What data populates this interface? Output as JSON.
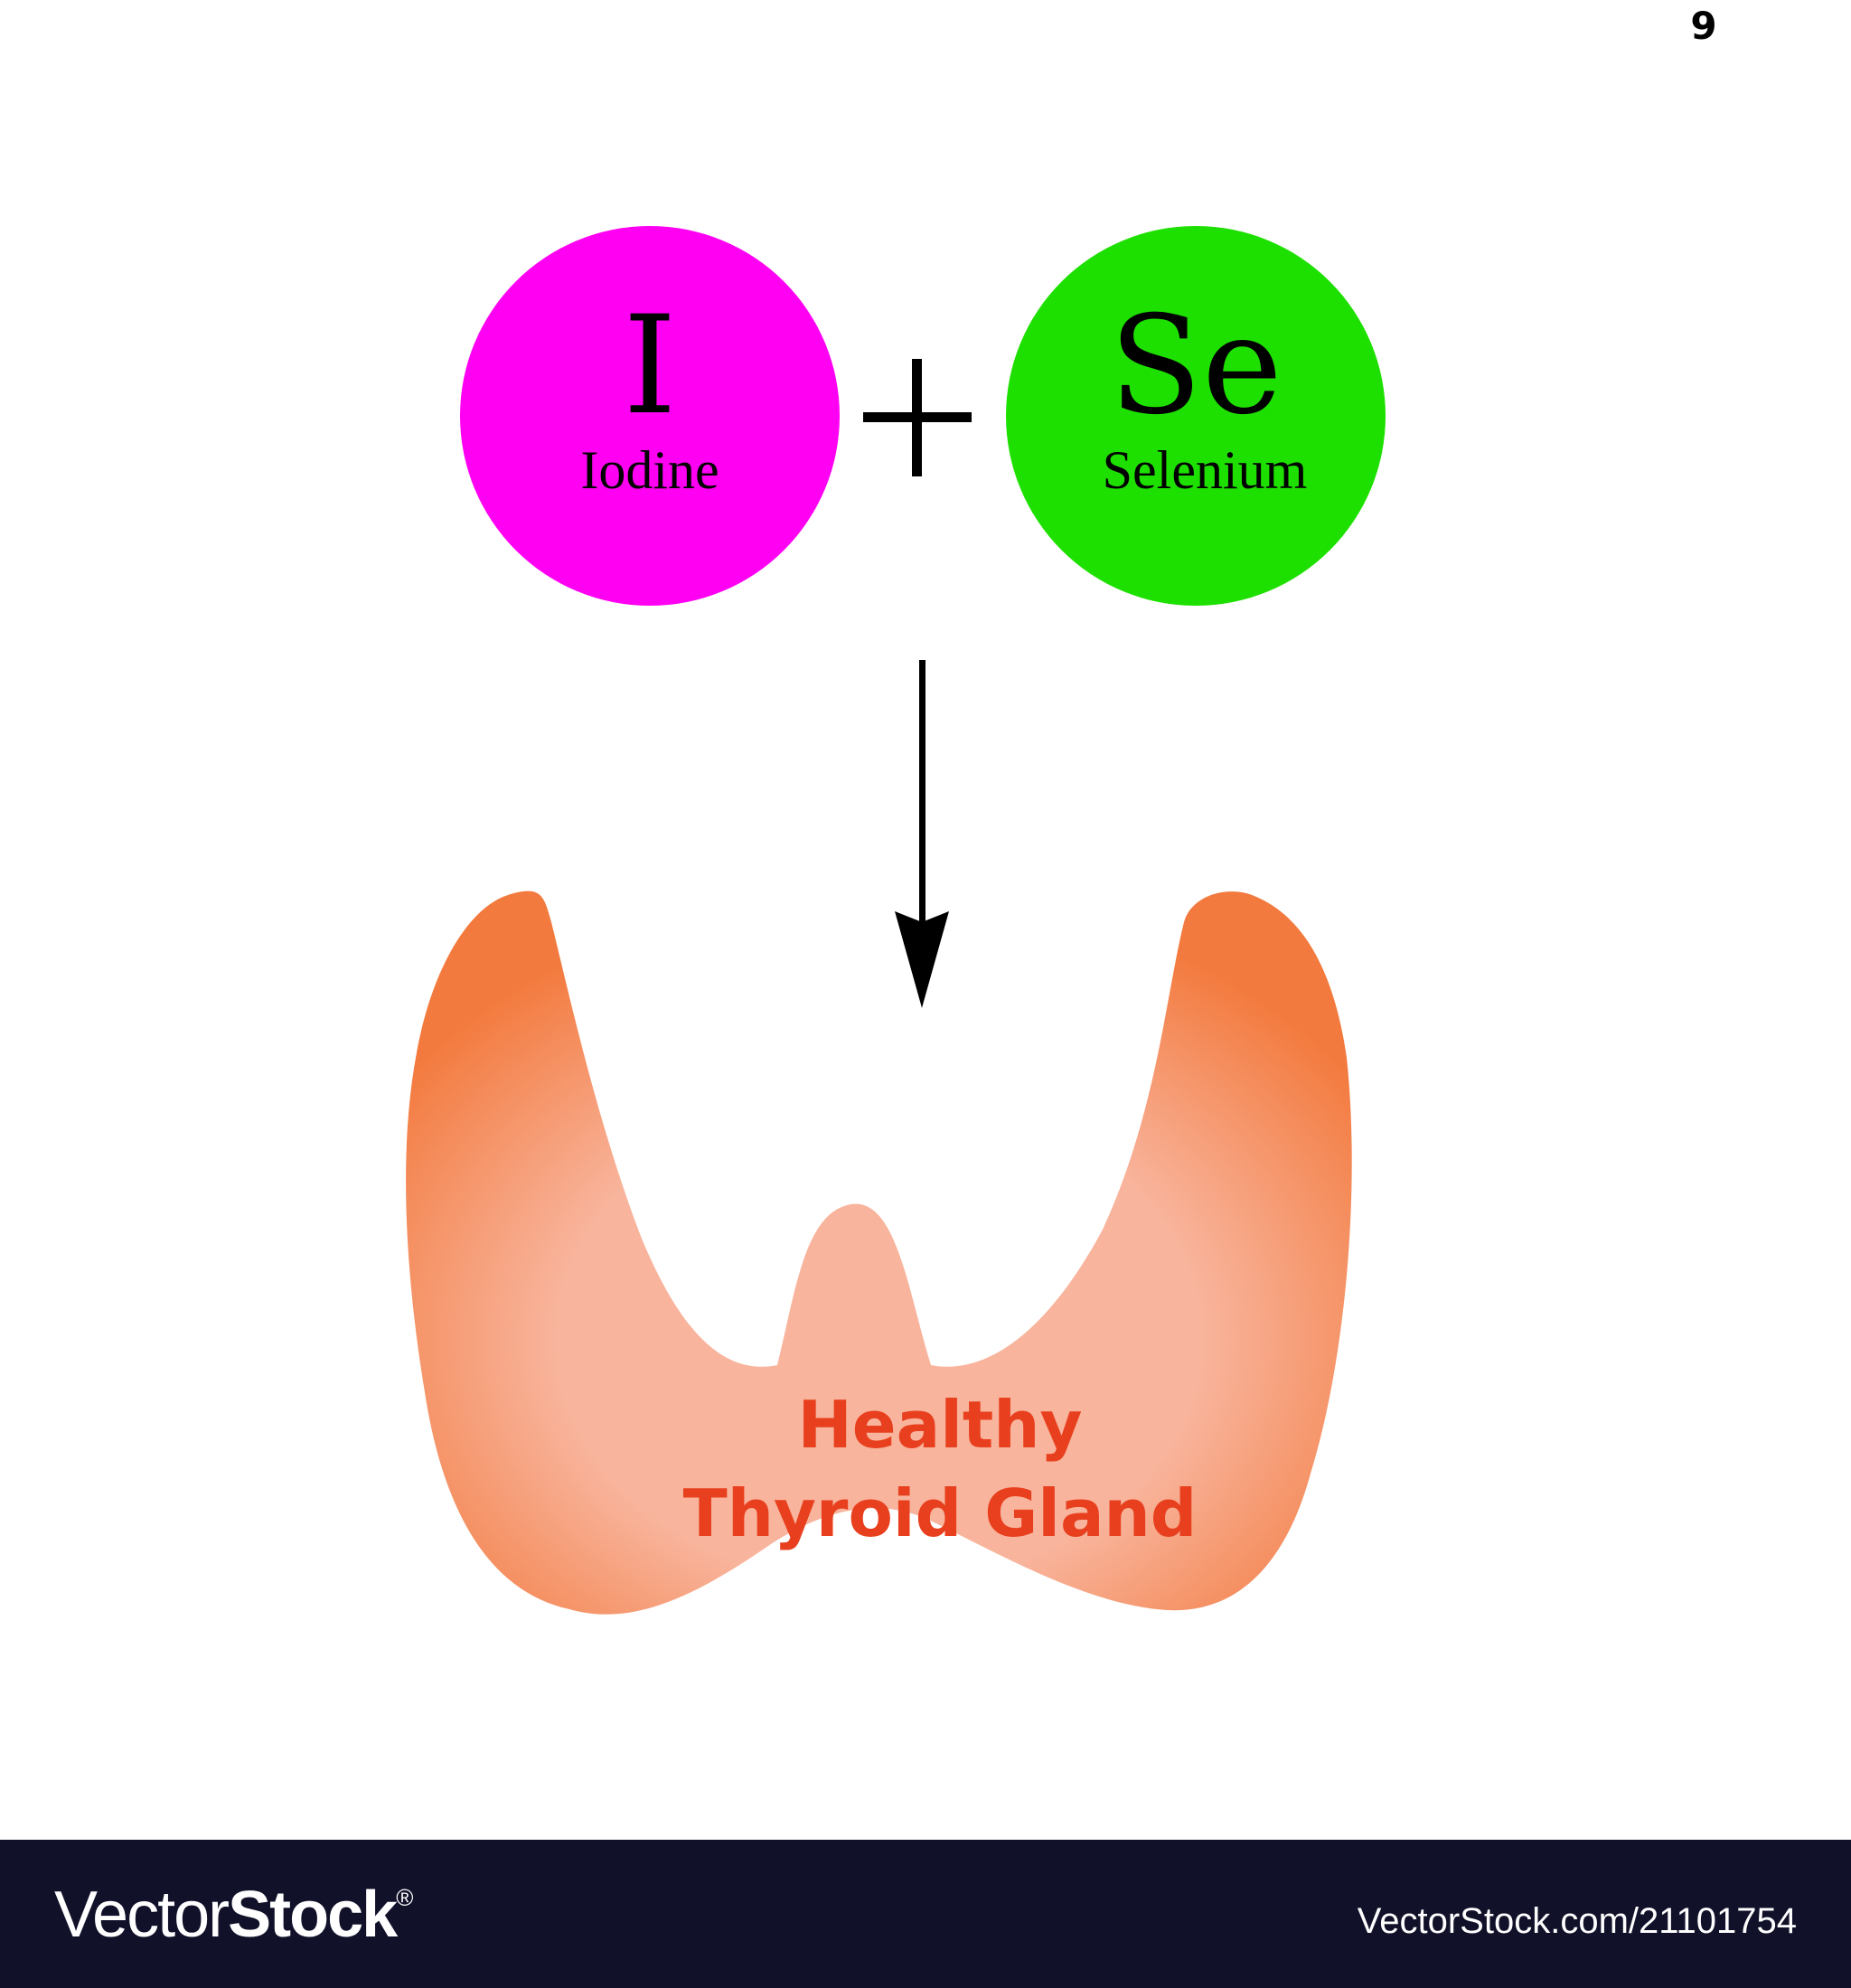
{
  "page_number": "9",
  "elements": [
    {
      "symbol": "I",
      "name": "Iodine",
      "color": "#ff00f2"
    },
    {
      "symbol": "Se",
      "name": "Selenium",
      "color": "#1ee000"
    }
  ],
  "operator": "+",
  "result": {
    "label_line1": "Healthy",
    "label_line2": "Thyroid Gland",
    "label_color": "#e8401f",
    "fill_outer": "#f37a3e",
    "fill_inner": "#f8b49c"
  },
  "footer": {
    "logo_regular": "Vector",
    "logo_bold": "Stock",
    "logo_mark": "®",
    "image_id": "VectorStock.com/21101754",
    "background": "#11112a"
  }
}
